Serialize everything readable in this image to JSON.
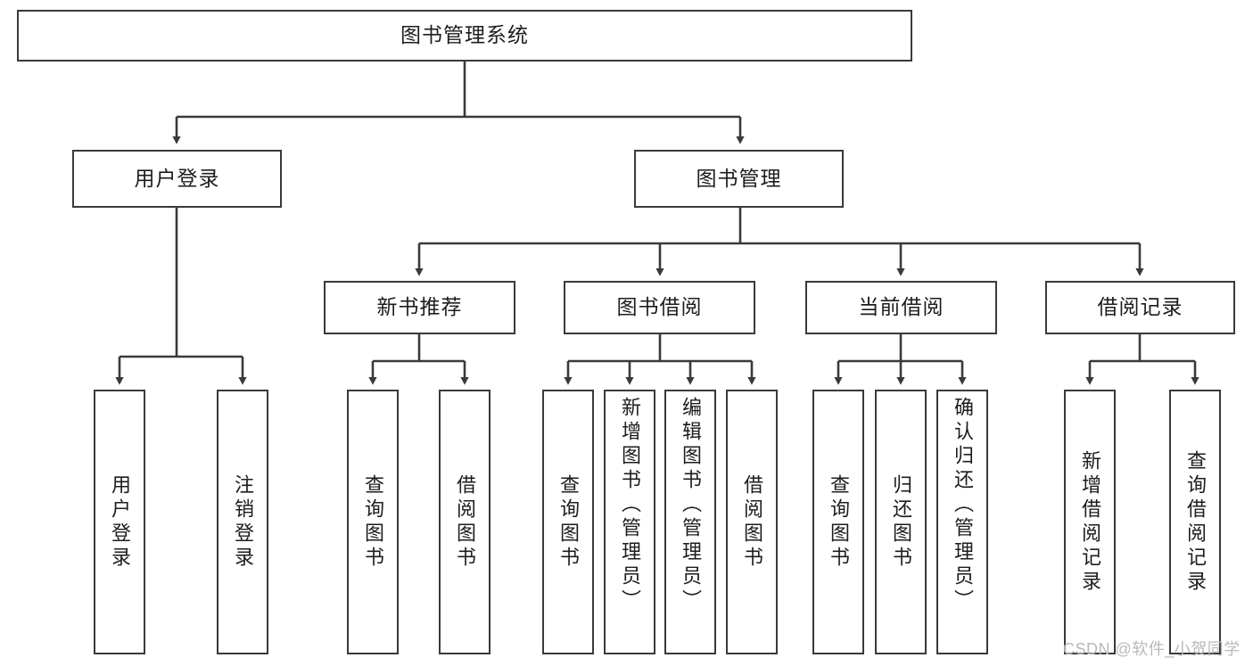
{
  "diagram": {
    "type": "tree-hierarchy-chart",
    "title": "图书管理系统",
    "root": {
      "label": "图书管理系统"
    },
    "level1": [
      {
        "id": "user-login",
        "label": "用户登录"
      },
      {
        "id": "book-management",
        "label": "图书管理"
      }
    ],
    "level2": [
      {
        "id": "new-book-recommend",
        "label": "新书推荐",
        "parent": "book-management"
      },
      {
        "id": "book-borrow",
        "label": "图书借阅",
        "parent": "book-management"
      },
      {
        "id": "current-borrow",
        "label": "当前借阅",
        "parent": "book-management"
      },
      {
        "id": "borrow-record",
        "label": "借阅记录",
        "parent": "book-management"
      }
    ],
    "leaves": [
      {
        "id": "leaf-user-login",
        "label": "用户登录",
        "parent": "user-login"
      },
      {
        "id": "leaf-logout",
        "label": "注销登录",
        "parent": "user-login"
      },
      {
        "id": "leaf-query-book-1",
        "label": "查询图书",
        "parent": "new-book-recommend"
      },
      {
        "id": "leaf-borrow-book-1",
        "label": "借阅图书",
        "parent": "new-book-recommend"
      },
      {
        "id": "leaf-query-book-2",
        "label": "查询图书",
        "parent": "book-borrow"
      },
      {
        "id": "leaf-add-book",
        "label": "新增图书（管理员）",
        "parent": "book-borrow"
      },
      {
        "id": "leaf-edit-book",
        "label": "编辑图书（管理员）",
        "parent": "book-borrow"
      },
      {
        "id": "leaf-borrow-book-2",
        "label": "借阅图书",
        "parent": "book-borrow"
      },
      {
        "id": "leaf-query-book-3",
        "label": "查询图书",
        "parent": "current-borrow"
      },
      {
        "id": "leaf-return-book",
        "label": "归还图书",
        "parent": "current-borrow"
      },
      {
        "id": "leaf-confirm-return",
        "label": "确认归还（管理员）",
        "parent": "current-borrow"
      },
      {
        "id": "leaf-add-record",
        "label": "新增借阅记录",
        "parent": "borrow-record"
      },
      {
        "id": "leaf-query-record",
        "label": "查询借阅记录",
        "parent": "borrow-record"
      }
    ],
    "colors": {
      "border": "#3a3a3a",
      "text": "#1d1d1d",
      "background": "#ffffff",
      "watermark": "#b9b9b9"
    }
  },
  "watermark": {
    "text": "CSDN @软件_小贺同学"
  }
}
